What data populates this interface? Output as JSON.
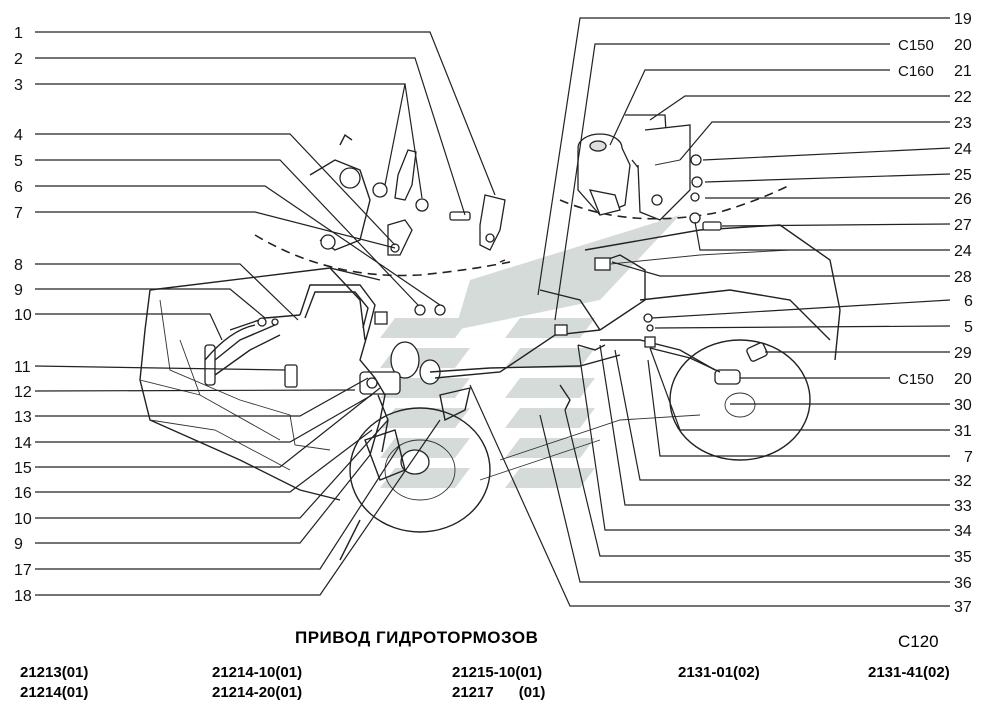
{
  "title": "ПРИВОД ГИДРОТОРМОЗОВ",
  "page_code": "C120",
  "left_callouts": [
    "1",
    "2",
    "3",
    "4",
    "5",
    "6",
    "7",
    "8",
    "9",
    "10",
    "11",
    "12",
    "13",
    "14",
    "15",
    "16",
    "10",
    "9",
    "17",
    "18"
  ],
  "right_callouts": [
    "19",
    "20",
    "21",
    "22",
    "23",
    "24",
    "25",
    "26",
    "27",
    "24",
    "28",
    "6",
    "5",
    "29",
    "20",
    "30",
    "31",
    "7",
    "32",
    "33",
    "34",
    "35",
    "36",
    "37"
  ],
  "right_codes": {
    "row_20a": "C150",
    "row_21": "C160",
    "row_20b": "C150"
  },
  "models": {
    "col1": [
      "21213(01)",
      "21214(01)"
    ],
    "col2": [
      "21214-10(01)",
      "21214-20(01)"
    ],
    "col3": [
      "21215-10(01)",
      "21217      (01)"
    ],
    "col4": [
      "2131-01(02)"
    ],
    "col5": [
      "2131-41(02)"
    ]
  },
  "colors": {
    "watermark": "#c8cfcc",
    "ink": "#222222"
  }
}
